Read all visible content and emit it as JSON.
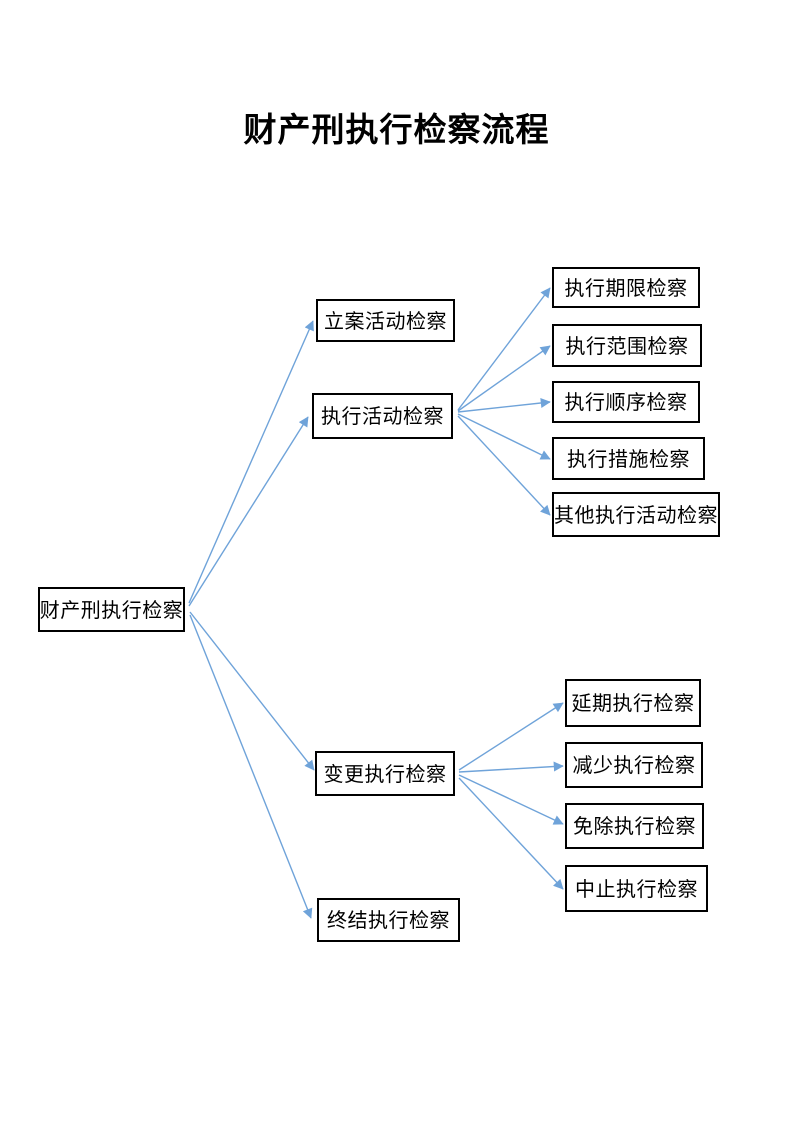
{
  "page": {
    "title": "财产刑执行检察流程"
  },
  "colors": {
    "arrow": "#6fa3d9",
    "box_border": "#000000",
    "text": "#000000",
    "background": "#ffffff"
  },
  "diagram": {
    "root": {
      "label": "财产刑执行检察"
    },
    "level2": [
      {
        "label": "立案活动检察"
      },
      {
        "label": "执行活动检察"
      },
      {
        "label": "变更执行检察"
      },
      {
        "label": "终结执行检察"
      }
    ],
    "execution_children": [
      {
        "label": "执行期限检察"
      },
      {
        "label": "执行范围检察"
      },
      {
        "label": "执行顺序检察"
      },
      {
        "label": "执行措施检察"
      },
      {
        "label": "其他执行活动检察"
      }
    ],
    "change_children": [
      {
        "label": "延期执行检察"
      },
      {
        "label": "减少执行检察"
      },
      {
        "label": "免除执行检察"
      },
      {
        "label": "中止执行检察"
      }
    ],
    "edges": [
      {
        "from": "财产刑执行检察",
        "to": "立案活动检察"
      },
      {
        "from": "财产刑执行检察",
        "to": "执行活动检察"
      },
      {
        "from": "财产刑执行检察",
        "to": "变更执行检察"
      },
      {
        "from": "财产刑执行检察",
        "to": "终结执行检察"
      },
      {
        "from": "执行活动检察",
        "to": "执行期限检察"
      },
      {
        "from": "执行活动检察",
        "to": "执行范围检察"
      },
      {
        "from": "执行活动检察",
        "to": "执行顺序检察"
      },
      {
        "from": "执行活动检察",
        "to": "执行措施检察"
      },
      {
        "from": "执行活动检察",
        "to": "其他执行活动检察"
      },
      {
        "from": "变更执行检察",
        "to": "延期执行检察"
      },
      {
        "from": "变更执行检察",
        "to": "减少执行检察"
      },
      {
        "from": "变更执行检察",
        "to": "免除执行检察"
      },
      {
        "from": "变更执行检察",
        "to": "中止执行检察"
      }
    ]
  }
}
